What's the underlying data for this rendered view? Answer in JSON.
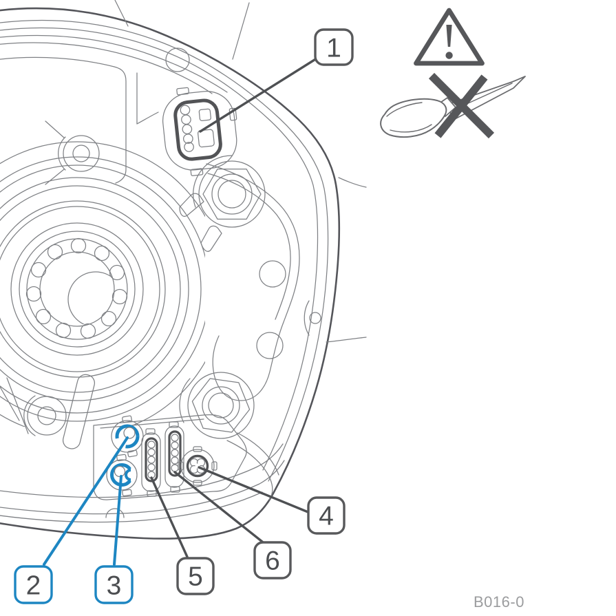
{
  "figure": {
    "part_code": "B016-0",
    "callouts": [
      {
        "label": "1",
        "style": "gray"
      },
      {
        "label": "2",
        "style": "blue"
      },
      {
        "label": "3",
        "style": "blue"
      },
      {
        "label": "4",
        "style": "gray"
      },
      {
        "label": "5",
        "style": "gray"
      },
      {
        "label": "6",
        "style": "gray"
      }
    ],
    "icons": [
      {
        "name": "warning-triangle-icon"
      },
      {
        "name": "no-screwdriver-icon"
      }
    ],
    "colors": {
      "accent_blue": "#1d86c2",
      "callout_gray": "#58595b",
      "number_gray": "#4c4e51",
      "code_gray": "#9b9c9e"
    }
  }
}
